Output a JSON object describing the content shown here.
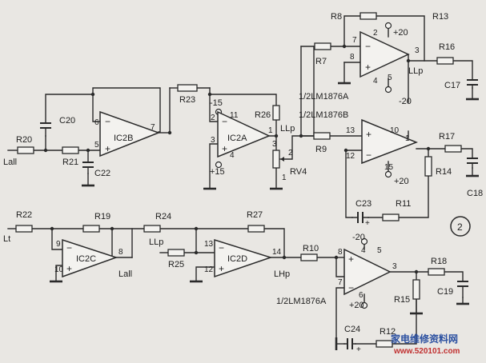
{
  "figure_number": "2",
  "watermark": {
    "line1": "家电维修资料网",
    "line2": "www.520101.com"
  },
  "amplifiers": {
    "ic2a": {
      "name": "IC2A",
      "pins": {
        "inv": "2",
        "noninv": "3",
        "out": "1",
        "vneg": "11",
        "vpos": "4"
      },
      "supply_neg": "-15",
      "supply_pos": "+15"
    },
    "ic2b": {
      "name": "IC2B",
      "pins": {
        "inv": "6",
        "noninv": "5",
        "out": "7"
      }
    },
    "ic2c": {
      "name": "IC2C",
      "pins": {
        "inv": "9",
        "noninv": "10",
        "out": "8"
      }
    },
    "ic2d": {
      "name": "IC2D",
      "pins": {
        "inv": "13",
        "noninv": "12",
        "out": "14"
      }
    },
    "lm1": {
      "pins": {
        "inv": "7",
        "noninv": "8",
        "out": "3",
        "vpos": "2",
        "vneg": "4",
        "mute": "5"
      },
      "supply_pos": "+20",
      "supply_neg": "-20",
      "part": "1/2LM1876A"
    },
    "lm2": {
      "pins": {
        "noninv": "13",
        "inv": "12",
        "out": "1",
        "mute": "10",
        "vpos": "15"
      },
      "supply_pos": "+20",
      "part": "1/2LM1876B"
    },
    "lm3": {
      "pins": {
        "noninv": "8",
        "inv": "7",
        "out": "3",
        "vneg": "4",
        "mute": "5",
        "vpos": "6"
      },
      "supply_pos": "+20",
      "supply_neg": "-20",
      "part": "1/2LM1876A"
    }
  },
  "resistors": {
    "r7": "R7",
    "r8": "R8",
    "r9": "R9",
    "r10": "R10",
    "r11": "R11",
    "r12": "R12",
    "r13": "R13",
    "r14": "R14",
    "r15": "R15",
    "r16": "R16",
    "r17": "R17",
    "r18": "R18",
    "r19": "R19",
    "r20": "R20",
    "r21": "R21",
    "r22": "R22",
    "r23": "R23",
    "r24": "R24",
    "r25": "R25",
    "r26": "R26",
    "r27": "R27"
  },
  "capacitors": {
    "c17": "C17",
    "c18": "C18",
    "c19": "C19",
    "c20": "C20",
    "c22": "C22",
    "c23": "C23",
    "c24": "C24",
    "plus": "+"
  },
  "potentiometer": {
    "name": "RV4",
    "pin1": "1",
    "pin2": "2",
    "pin3": "3"
  },
  "nets": {
    "lall_in": "Lall",
    "lall_out": "Lall",
    "lt": "Lt",
    "llp_1": "LLp",
    "llp_2": "LLp",
    "llp_3": "LLp",
    "lhp": "LHp"
  }
}
